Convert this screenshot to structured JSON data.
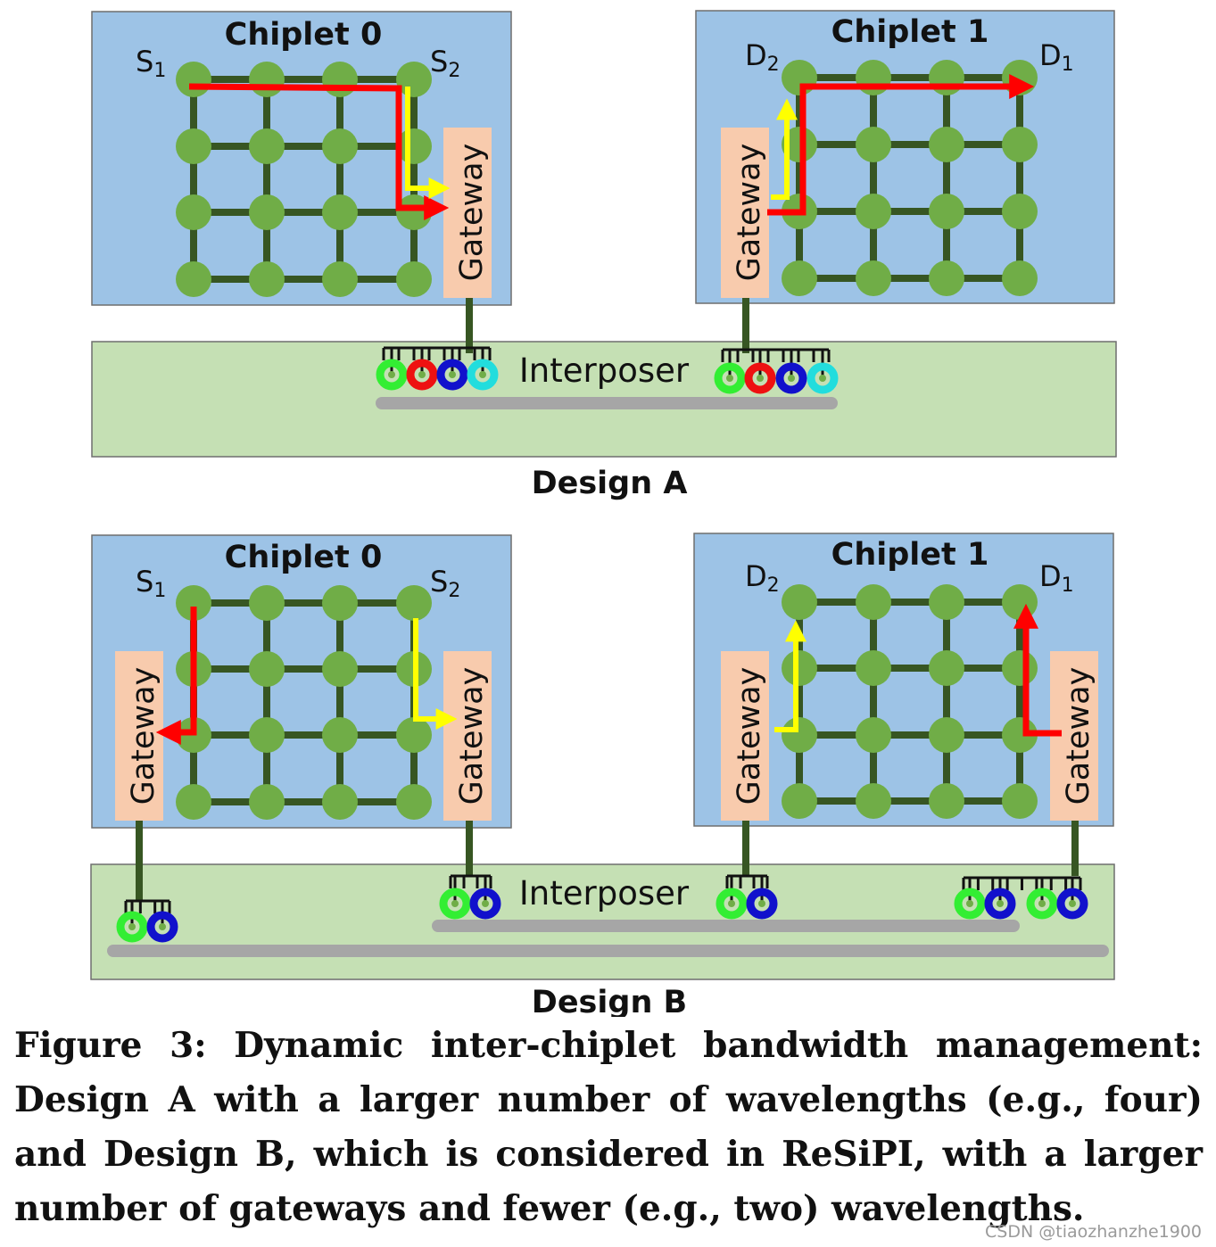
{
  "design_a": {
    "title": "Design A",
    "interposer_label": "Interposer",
    "chiplet0": {
      "title": "Chiplet 0",
      "s1": "S",
      "s1_sub": "1",
      "s2": "S",
      "s2_sub": "2",
      "gateway": "Gateway"
    },
    "chiplet1": {
      "title": "Chiplet 1",
      "d2": "D",
      "d2_sub": "2",
      "d1": "D",
      "d1_sub": "1",
      "gateway": "Gateway"
    }
  },
  "design_b": {
    "title": "Design B",
    "interposer_label": "Interposer",
    "chiplet0": {
      "title": "Chiplet 0",
      "s1": "S",
      "s1_sub": "1",
      "s2": "S",
      "s2_sub": "2",
      "gateway_left": "Gateway",
      "gateway_right": "Gateway"
    },
    "chiplet1": {
      "title": "Chiplet 1",
      "d2": "D",
      "d2_sub": "2",
      "d1": "D",
      "d1_sub": "1",
      "gateway_left": "Gateway",
      "gateway_right": "Gateway"
    }
  },
  "caption": "Figure 3: Dynamic inter-chiplet bandwidth management: Design A with a larger number of wavelengths (e.g., four) and Design B, which is considered in ReSiPI, with a larger number of gateways and fewer (e.g., two) wavelengths.",
  "watermark": "CSDN @tiaozhanzhe1900",
  "colors": {
    "chiplet_fill": "#9dc3e6",
    "interposer_fill": "#c5e0b4",
    "router_fill": "#70ad47",
    "mesh_link": "#375623",
    "gateway_fill": "#f8cbad",
    "waveguide": "#a6a6a6",
    "path_red": "#ff0000",
    "path_yellow": "#ffff00",
    "wavelengths": [
      "#33ee33",
      "#ee1111",
      "#1111cc",
      "#22dddd"
    ]
  }
}
